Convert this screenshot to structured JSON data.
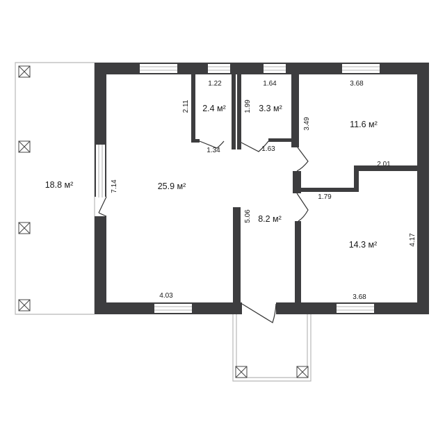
{
  "colors": {
    "wall": "#3d3d3f",
    "window": "#ffffff",
    "window_line": "#9a9a9a",
    "outline": "#b8b8b8",
    "door": "#333333",
    "text": "#1a1a1a"
  },
  "areas": {
    "terrace": "18.8 м²",
    "living": "25.9 м²",
    "bath1": "2.4 м²",
    "bath2": "3.3 м²",
    "bedroom1": "11.6 м²",
    "hall": "8.2 м²",
    "bedroom2": "14.3 м²"
  },
  "dimensions": {
    "bath1_width": "1.22",
    "bath2_width": "1.64",
    "bedroom1_width": "3.68",
    "bath1_depth": "2.11",
    "bath2_depth": "1.99",
    "bedroom1_depth": "3.49",
    "bath1_door": "1.34",
    "bath2_door": "1.63",
    "bedroom1_inner": "2.01",
    "living_depth": "7.14",
    "hall_step": "1.79",
    "hall_depth": "5.06",
    "bedroom2_depth": "4.17",
    "living_width": "4.03",
    "bedroom2_width": "3.68"
  },
  "icons": {
    "column": "column-cross-icon"
  }
}
